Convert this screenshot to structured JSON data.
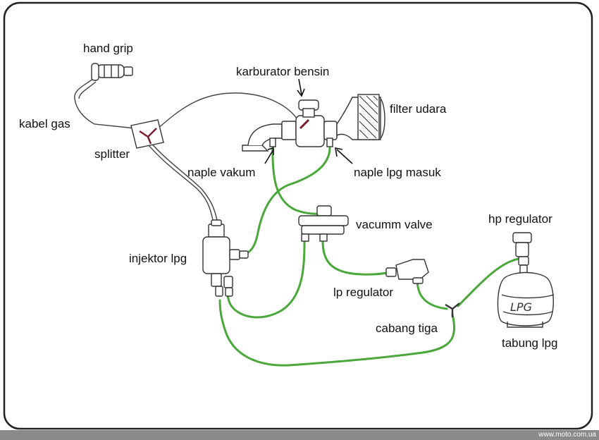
{
  "labels": {
    "hand_grip": "hand grip",
    "kabel_gas": "kabel gas",
    "splitter": "splitter",
    "karburator_bensin": "karburator bensin",
    "filter_udara": "filter udara",
    "naple_vakum": "naple vakum",
    "naple_lpg_masuk": "naple lpg masuk",
    "vacumm_valve": "vacumm valve",
    "hp_regulator": "hp regulator",
    "injektor_lpg": "injektor lpg",
    "lp_regulator": "lp regulator",
    "cabang_tiga": "cabang tiga",
    "tabung_lpg": "tabung lpg",
    "tank_marking": "LPG"
  },
  "watermark": "www.moto.com.ua",
  "colors": {
    "hose": "#4aa83a",
    "ink": "#333333",
    "sheet_border": "#222222",
    "background": "#ffffff"
  }
}
